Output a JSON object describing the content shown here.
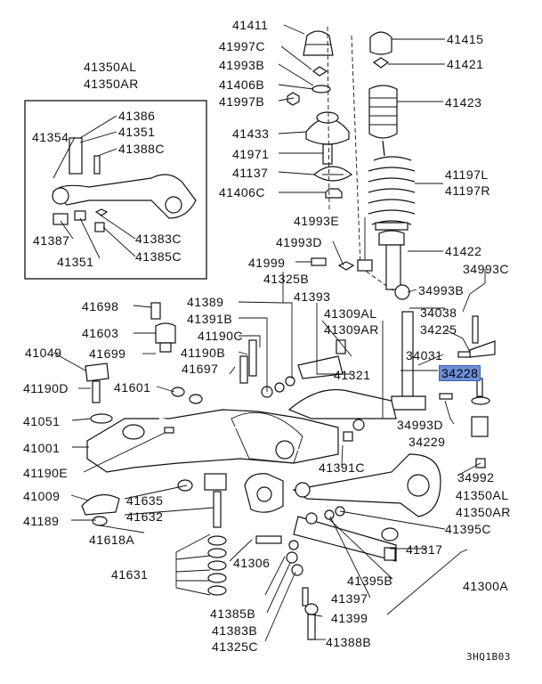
{
  "diagram_code": "3HQ1B03",
  "highlighted_part": "34228",
  "labels": {
    "p41411": "41411",
    "p41997C": "41997C",
    "p41993B": "41993B",
    "p41406B": "41406B",
    "p41997B": "41997B",
    "p41433": "41433",
    "p41971": "41971",
    "p41137": "41137",
    "p41406C": "41406C",
    "p41415": "41415",
    "p41421": "41421",
    "p41423": "41423",
    "p41197L": "41197L",
    "p41197R": "41197R",
    "p41993E": "41993E",
    "p41993D": "41993D",
    "p41422": "41422",
    "p41999": "41999",
    "p34993C": "34993C",
    "p41325B": "41325B",
    "p34993B": "34993B",
    "p41350AL": "41350AL",
    "p41350AR": "41350AR",
    "p41386": "41386",
    "p41351a": "41351",
    "p41354": "41354",
    "p41388C": "41388C",
    "p41387": "41387",
    "p41383C": "41383C",
    "p41351b": "41351",
    "p41385C": "41385C",
    "p41698": "41698",
    "p41389": "41389",
    "p41393": "41393",
    "p34038": "34038",
    "p41603": "41603",
    "p41391B": "41391B",
    "p41309AL": "41309AL",
    "p41309AR": "41309AR",
    "p34225": "34225",
    "p41190C": "41190C",
    "p41049": "41049",
    "p41699": "41699",
    "p41190B": "41190B",
    "p34031": "34031",
    "p34228": "34228",
    "p41697": "41697",
    "p41321": "41321",
    "p41190D": "41190D",
    "p41601": "41601",
    "p34993D": "34993D",
    "p41051": "41051",
    "p34229": "34229",
    "p41001": "41001",
    "p41391C": "41391C",
    "p41190E": "41190E",
    "p34992": "34992",
    "p41350ALb": "41350AL",
    "p41009": "41009",
    "p41635": "41635",
    "p41350ARb": "41350AR",
    "p41189": "41189",
    "p41632": "41632",
    "p41395C": "41395C",
    "p41618A": "41618A",
    "p41317": "41317",
    "p41631": "41631",
    "p41306": "41306",
    "p41395B": "41395B",
    "p41300A": "41300A",
    "p41397": "41397",
    "p41385B": "41385B",
    "p41399": "41399",
    "p41383B": "41383B",
    "p41325C": "41325C",
    "p41388B": "41388B"
  }
}
